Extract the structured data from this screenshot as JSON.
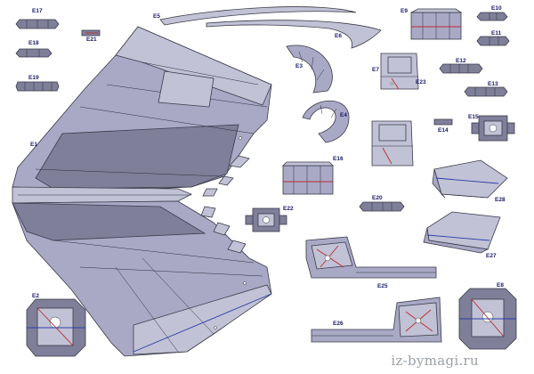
{
  "labels": {
    "E1": "E1",
    "E2": "E2",
    "E3": "E3",
    "E4": "E4",
    "E5": "E5",
    "E6": "E6",
    "E7": "E7",
    "E8": "E8",
    "E9": "E9",
    "E10": "E10",
    "E11": "E11",
    "E12": "E12",
    "E13": "E13",
    "E14": "E14",
    "E15": "E15",
    "E16": "E16",
    "E17": "E17",
    "E18": "E18",
    "E19": "E19",
    "E20": "E20",
    "E21": "E21",
    "E22": "E22",
    "E23": "E23",
    "E25": "E25",
    "E26": "E26",
    "E27": "E27",
    "E28": "E28"
  },
  "watermark": "iz-bymagi.ru",
  "colors": {
    "part_fill": "#a9a9c6",
    "part_dark": "#7f7f99",
    "outline": "#3a3a4a",
    "red_line": "#c0282c",
    "blue_line": "#2a3fa8",
    "label": "#1a1a6b"
  }
}
